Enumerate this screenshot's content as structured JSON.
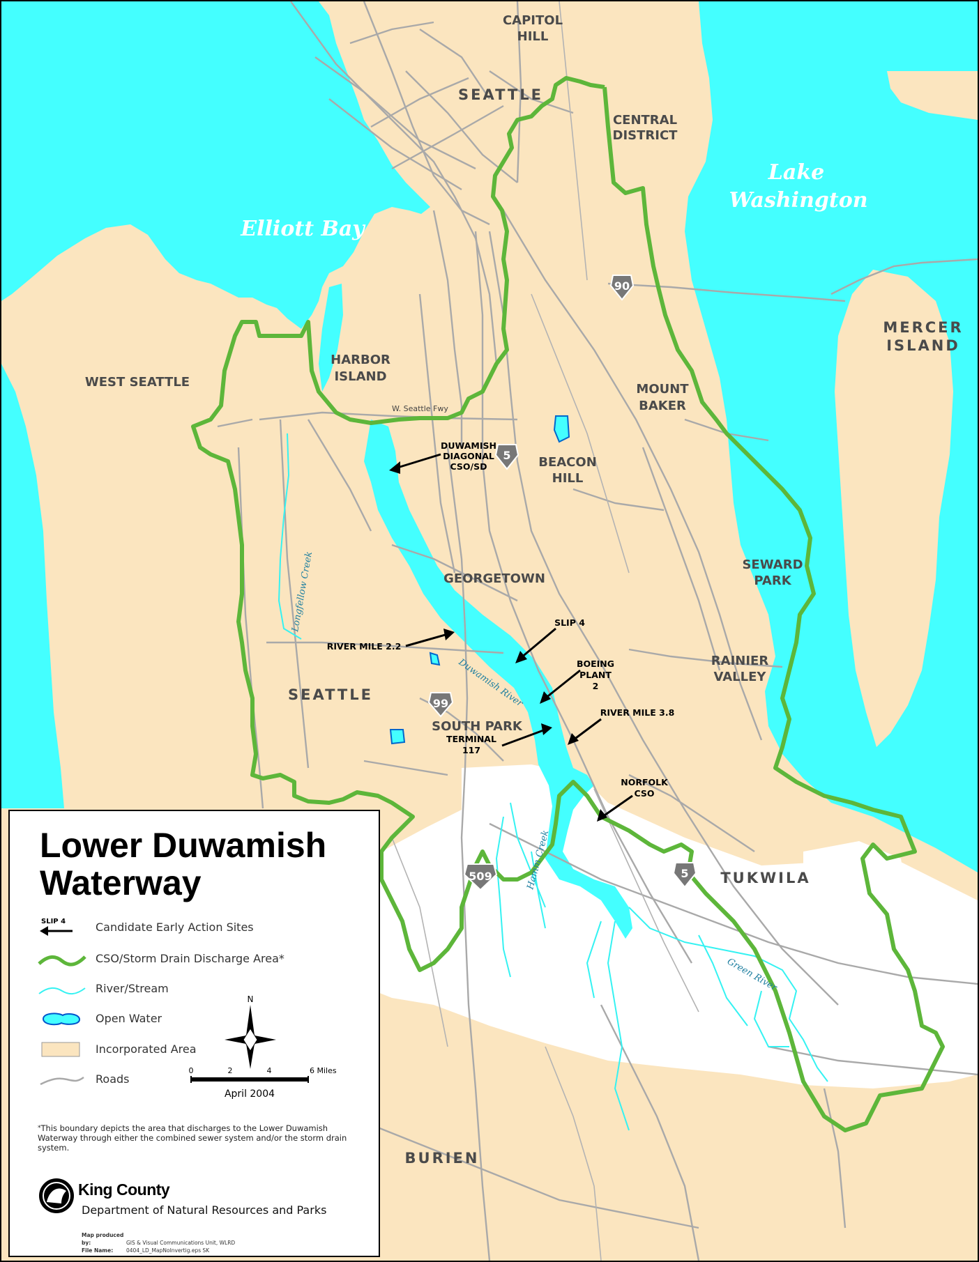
{
  "map": {
    "water_labels": {
      "elliott_bay": "Elliott Bay",
      "lake_washington_1": "Lake",
      "lake_washington_2": "Washington"
    },
    "places": {
      "capitol_hill_1": "CAPITOL",
      "capitol_hill_2": "HILL",
      "seattle_north": "SEATTLE",
      "central_district_1": "CENTRAL",
      "central_district_2": "DISTRICT",
      "mercer_island_1": "MERCER",
      "mercer_island_2": "ISLAND",
      "west_seattle": "WEST SEATTLE",
      "harbor_island_1": "HARBOR",
      "harbor_island_2": "ISLAND",
      "mount_baker_1": "MOUNT",
      "mount_baker_2": "BAKER",
      "beacon_hill_1": "BEACON",
      "beacon_hill_2": "HILL",
      "seward_park_1": "SEWARD",
      "seward_park_2": "PARK",
      "georgetown": "GEORGETOWN",
      "rainier_valley_1": "RAINIER",
      "rainier_valley_2": "VALLEY",
      "seattle_south": "SEATTLE",
      "south_park": "SOUTH PARK",
      "tukwila": "TUKWILA",
      "burien": "BURIEN"
    },
    "road_labels": {
      "west_seattle_fwy": "W. Seattle Fwy"
    },
    "highways": [
      "90",
      "5",
      "99",
      "509",
      "5"
    ],
    "creek_labels": {
      "longfellow": "Longfellow Creek",
      "duwamish": "Duwamish River",
      "hamm": "Hamm Creek",
      "green": "Green River"
    },
    "sites": {
      "duwamish_diagonal_1": "DUWAMISH",
      "duwamish_diagonal_2": "DIAGONAL",
      "duwamish_diagonal_3": "CSO/SD",
      "slip4": "SLIP 4",
      "river_mile_22": "RIVER MILE 2.2",
      "boeing_1": "BOEING",
      "boeing_2": "PLANT",
      "boeing_3": "2",
      "river_mile_38": "RIVER MILE 3.8",
      "terminal_1": "TERMINAL",
      "terminal_2": "117",
      "norfolk_1": "NORFOLK",
      "norfolk_2": "CSO"
    },
    "colors": {
      "water": "#44ffff",
      "land": "#fbe5bf",
      "boundary": "#5db63a",
      "roads": "#a9a9a9",
      "unincorporated": "#ffffff"
    }
  },
  "legend": {
    "title": "Lower Duwamish Waterway",
    "items": [
      {
        "symbol_label": "SLIP 4",
        "label": "Candidate Early Action Sites",
        "icon": "arrow-icon"
      },
      {
        "label": "CSO/Storm Drain Discharge Area*",
        "icon": "boundary-line-icon"
      },
      {
        "label": "River/Stream",
        "icon": "river-line-icon"
      },
      {
        "label": "Open Water",
        "icon": "water-patch-icon"
      },
      {
        "label": "Incorporated Area",
        "icon": "land-patch-icon"
      },
      {
        "label": "Roads",
        "icon": "road-line-icon"
      }
    ],
    "compass_north": "N",
    "scale": {
      "ticks": [
        "0",
        "2",
        "4",
        "6 Miles"
      ]
    },
    "date": "April 2004",
    "footnote_mark": "*",
    "footnote": "This boundary depicts the area that discharges to the Lower Duwamish Waterway through either the combined sewer system and/or the storm drain system.",
    "org_name": "King County",
    "org_department": "Department of Natural Resources and Parks",
    "credits": {
      "produced_label": "Map produced by:",
      "produced_value": "GIS & Visual Communications Unit, WLRD",
      "file_label": "File Name:",
      "file_value": "0404_LD_MapNoInvertig.eps SK"
    }
  }
}
